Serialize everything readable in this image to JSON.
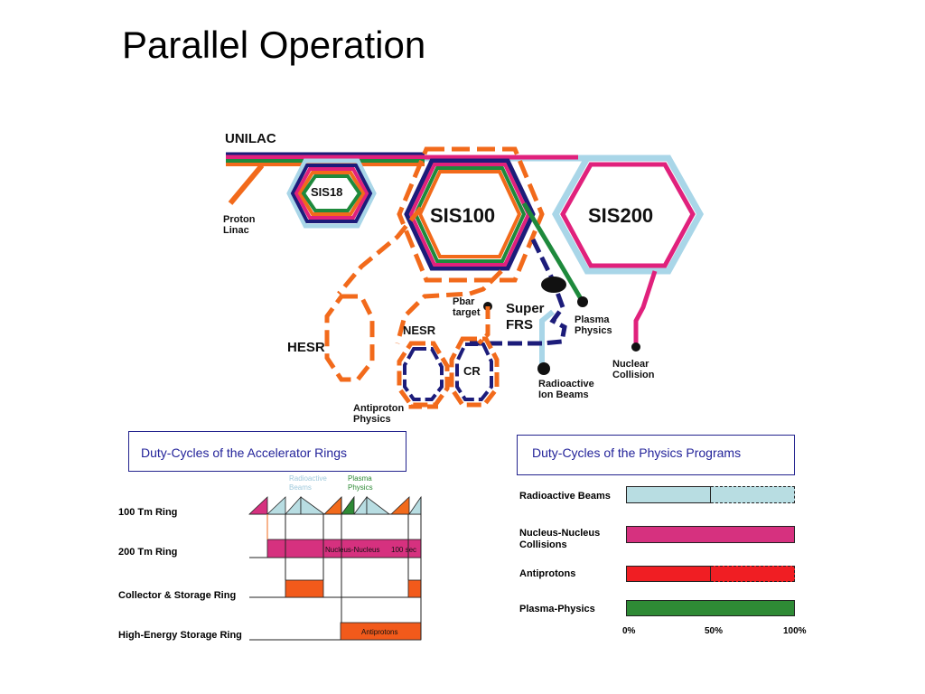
{
  "title": "Parallel Operation",
  "diagram": {
    "unilac": "UNILAC",
    "sis18": "SIS18",
    "sis100": "SIS100",
    "sis200": "SIS200",
    "proton_linac_1": "Proton",
    "proton_linac_2": "Linac",
    "hesr": "HESR",
    "nesr": "NESR",
    "cr": "CR",
    "pbar_target_1": "Pbar",
    "pbar_target_2": "target",
    "super_frs_1": "Super",
    "super_frs_2": "FRS",
    "plasma_physics_1": "Plasma",
    "plasma_physics_2": "Physics",
    "nuclear_collision_1": "Nuclear",
    "nuclear_collision_2": "Collision",
    "radioactive_ion_beams_1": "Radioactive",
    "radioactive_ion_beams_2": "Ion Beams",
    "antiproton_physics_1": "Antiproton",
    "antiproton_physics_2": "Physics"
  },
  "left_panel": {
    "heading": "Duty-Cycles of the Accelerator Rings",
    "legend_radioactive_1": "Radioactive",
    "legend_radioactive_2": "Beams",
    "legend_plasma_1": "Plasma",
    "legend_plasma_2": "Physics",
    "rows": [
      "100 Tm Ring",
      "200 Tm Ring",
      "Collector & Storage Ring",
      "High-Energy Storage Ring"
    ],
    "nucleus_nucleus": "Nucleus-Nucleus",
    "time_label": "100 sec",
    "antiprotons": "Antiprotons"
  },
  "right_panel": {
    "heading": "Duty-Cycles of the  Physics Programs",
    "rows": [
      "Radioactive Beams",
      "Nucleus-Nucleus Collisions",
      "Antiprotons",
      "Plasma-Physics"
    ],
    "axis_ticks": [
      "0%",
      "50%",
      "100%"
    ]
  },
  "chart_data": {
    "type": "bar",
    "categories": [
      "Radioactive Beams",
      "Nucleus-Nucleus Collisions",
      "Antiprotons",
      "Plasma-Physics"
    ],
    "values": [
      50,
      100,
      50,
      100
    ],
    "ylim": [
      0,
      100
    ]
  },
  "colors": {
    "radioactive": "#b8dde2",
    "nucleus": "#d6317f",
    "antiproton": "#f01e23",
    "plasma": "#2e8a35",
    "orange": "#f26a1b",
    "navy": "#1c1c7a",
    "lightblue": "#a9d6e8",
    "magenta": "#e0217c",
    "green": "#1e8a3c"
  }
}
